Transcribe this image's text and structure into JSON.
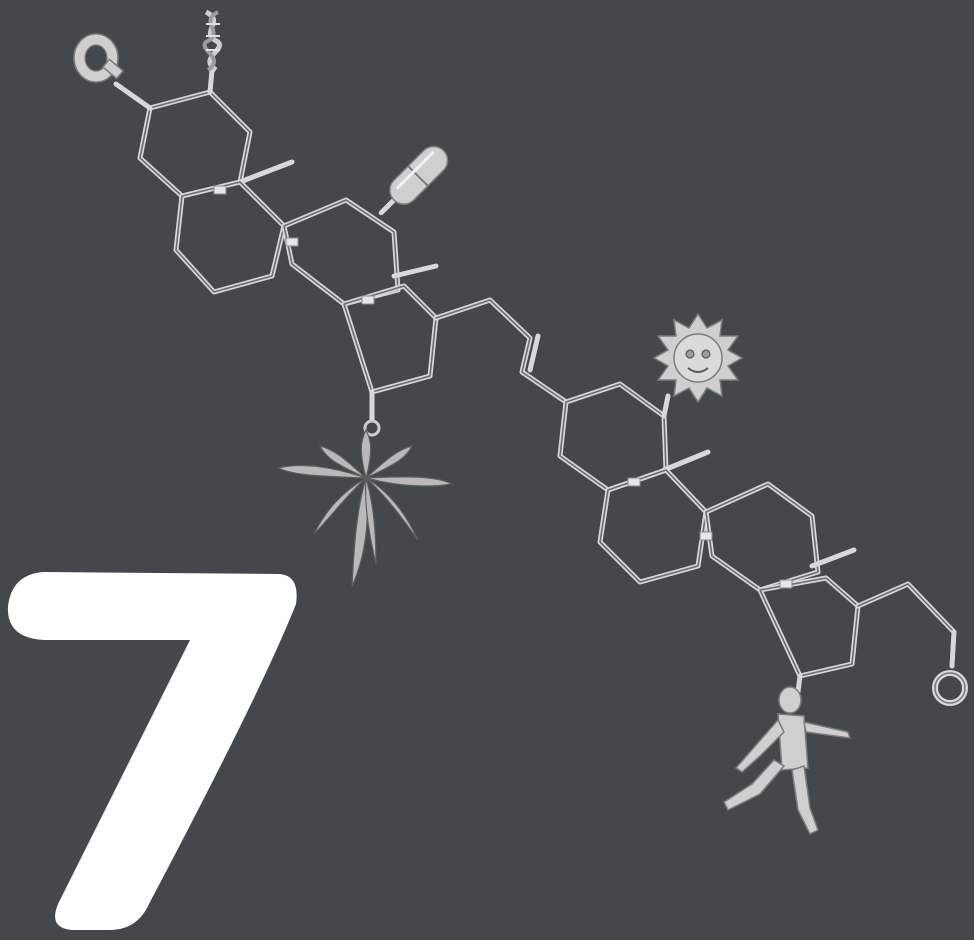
{
  "image": {
    "background_color": "#45484a",
    "numeral": "7",
    "numeral_color": "#ffffff",
    "metal_color": "#d8d8d8",
    "charms": [
      "lobster-clasp",
      "dna-helix",
      "capsule",
      "cannabis-leaf",
      "sun-face",
      "runner",
      "jump-ring"
    ]
  }
}
